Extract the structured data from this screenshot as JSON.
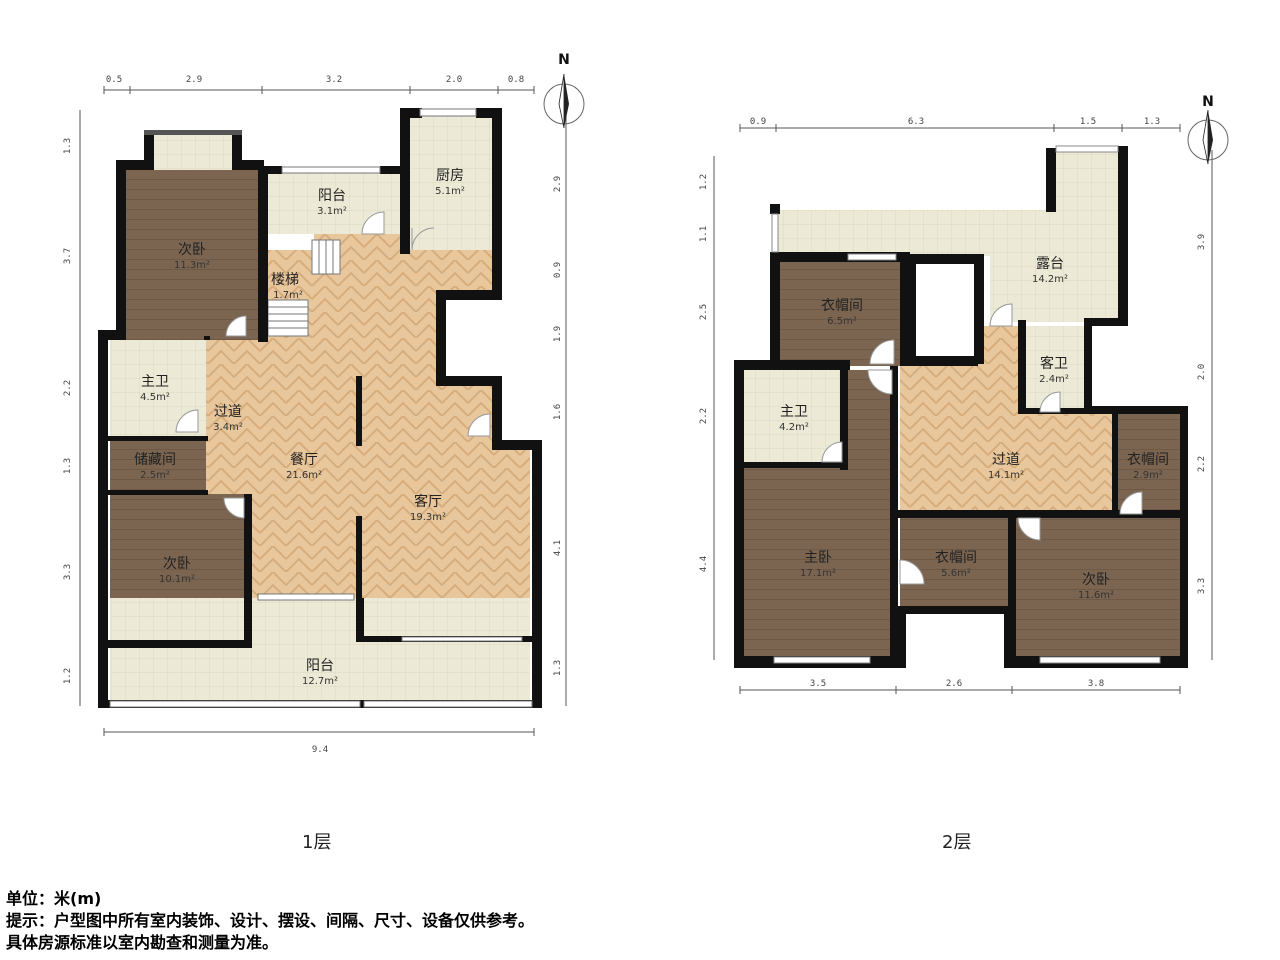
{
  "compass": {
    "label": "N"
  },
  "floor1": {
    "label": "1层",
    "top_dims": [
      "0.5",
      "2.9",
      "3.2",
      "2.0",
      "0.8"
    ],
    "left_dims": [
      "1.3",
      "3.7",
      "2.2",
      "1.3",
      "3.3",
      "1.2"
    ],
    "right_dims": [
      "2.9",
      "0.9",
      "1.9",
      "1.6",
      "4.1",
      "1.3"
    ],
    "bottom_dim": "9.4",
    "rooms": {
      "bed_second_a": {
        "name": "次卧",
        "area": "11.3m²"
      },
      "balcony_n": {
        "name": "阳台",
        "area": "3.1m²"
      },
      "kitchen": {
        "name": "厨房",
        "area": "5.1m²"
      },
      "stairs": {
        "name": "楼梯",
        "area": "1.7m²"
      },
      "master_bath": {
        "name": "主卫",
        "area": "4.5m²"
      },
      "corridor": {
        "name": "过道",
        "area": "3.4m²"
      },
      "storage": {
        "name": "储藏间",
        "area": "2.5m²"
      },
      "dining": {
        "name": "餐厅",
        "area": "21.6m²"
      },
      "living": {
        "name": "客厅",
        "area": "19.3m²"
      },
      "bed_second_b": {
        "name": "次卧",
        "area": "10.1m²"
      },
      "balcony_s": {
        "name": "阳台",
        "area": "12.7m²"
      }
    }
  },
  "floor2": {
    "label": "2层",
    "top_dims": [
      "0.9",
      "6.3",
      "1.5",
      "1.3"
    ],
    "left_dims": [
      "1.2",
      "1.1",
      "2.5",
      "2.2",
      "4.4"
    ],
    "right_dims": [
      "3.9",
      "2.0",
      "2.2",
      "3.3"
    ],
    "bottom_dims": [
      "3.5",
      "2.6",
      "3.8"
    ],
    "rooms": {
      "terrace": {
        "name": "露台",
        "area": "14.2m²"
      },
      "closet_a": {
        "name": "衣帽间",
        "area": "6.5m²"
      },
      "guest_bath": {
        "name": "客卫",
        "area": "2.4m²"
      },
      "master_bath": {
        "name": "主卫",
        "area": "4.2m²"
      },
      "corridor": {
        "name": "过道",
        "area": "14.1m²"
      },
      "closet_b": {
        "name": "衣帽间",
        "area": "2.9m²"
      },
      "master_bed": {
        "name": "主卧",
        "area": "17.1m²"
      },
      "closet_c": {
        "name": "衣帽间",
        "area": "5.6m²"
      },
      "bed_second": {
        "name": "次卧",
        "area": "11.6m²"
      }
    }
  },
  "notes": {
    "unit": "单位：米(m)",
    "tip": "提示：户型图中所有室内装饰、设计、摆设、间隔、尺寸、设备仅供参考。",
    "standard": "具体房源标准以室内勘查和测量为准。"
  },
  "colors": {
    "wall": "#111111",
    "wood_bedroom": "#7a6450",
    "parquet": "#e8c9a0",
    "tile": "#eae8d5",
    "closet": "#7e6a58"
  }
}
